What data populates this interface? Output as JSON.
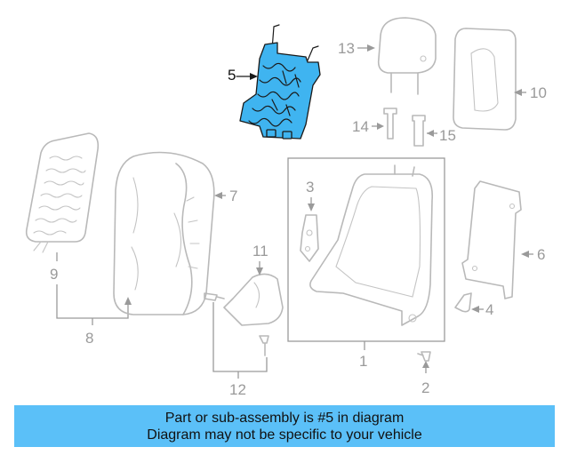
{
  "callouts": {
    "c1": "1",
    "c2": "2",
    "c3": "3",
    "c4": "4",
    "c5": "5",
    "c6": "6",
    "c7": "7",
    "c8": "8",
    "c9": "9",
    "c10": "10",
    "c11": "11",
    "c12": "12",
    "c13": "13",
    "c14": "14",
    "c15": "15"
  },
  "highlighted_part": "5",
  "colors": {
    "highlight": "#3fb4f0",
    "banner": "#5bc0f8",
    "line_art": "#b9b9b9"
  },
  "banner": {
    "line1": "Part or sub-assembly is #5 in diagram",
    "line2": "Diagram may not be specific to your vehicle"
  }
}
